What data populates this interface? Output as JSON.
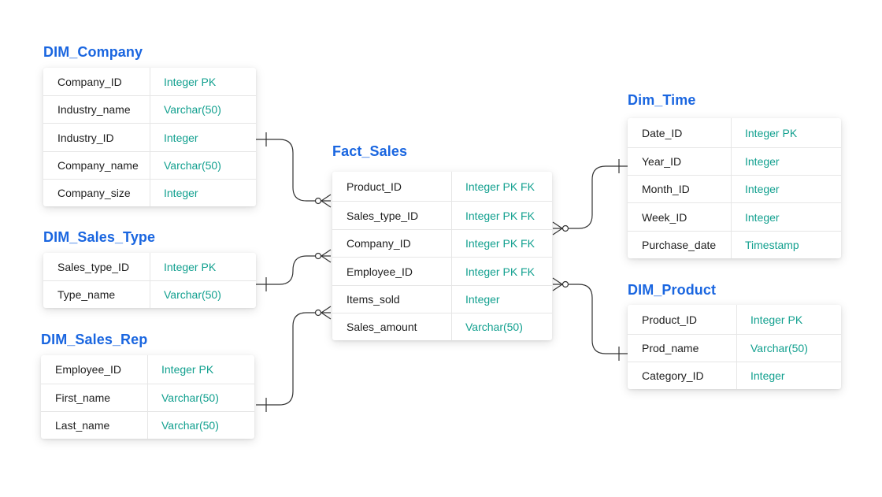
{
  "entities": {
    "dim_company": {
      "title": "DIM_Company",
      "rows": [
        {
          "name": "Company_ID",
          "type": "Integer PK"
        },
        {
          "name": "Industry_name",
          "type": "Varchar(50)"
        },
        {
          "name": "Industry_ID",
          "type": "Integer"
        },
        {
          "name": "Company_name",
          "type": "Varchar(50)"
        },
        {
          "name": "Company_size",
          "type": "Integer"
        }
      ]
    },
    "dim_sales_type": {
      "title": "DIM_Sales_Type",
      "rows": [
        {
          "name": "Sales_type_ID",
          "type": "Integer PK"
        },
        {
          "name": "Type_name",
          "type": "Varchar(50)"
        }
      ]
    },
    "dim_sales_rep": {
      "title": "DIM_Sales_Rep",
      "rows": [
        {
          "name": "Employee_ID",
          "type": "Integer PK"
        },
        {
          "name": "First_name",
          "type": "Varchar(50)"
        },
        {
          "name": "Last_name",
          "type": "Varchar(50)"
        }
      ]
    },
    "fact_sales": {
      "title": "Fact_Sales",
      "rows": [
        {
          "name": "Product_ID",
          "type": "Integer PK FK"
        },
        {
          "name": "Sales_type_ID",
          "type": "Integer PK FK"
        },
        {
          "name": "Company_ID",
          "type": "Integer PK FK"
        },
        {
          "name": "Employee_ID",
          "type": "Integer PK FK"
        },
        {
          "name": "Items_sold",
          "type": "Integer"
        },
        {
          "name": "Sales_amount",
          "type": "Varchar(50)"
        }
      ]
    },
    "dim_time": {
      "title": "Dim_Time",
      "rows": [
        {
          "name": "Date_ID",
          "type": "Integer PK"
        },
        {
          "name": "Year_ID",
          "type": "Integer"
        },
        {
          "name": "Month_ID",
          "type": "Integer"
        },
        {
          "name": "Week_ID",
          "type": "Integer"
        },
        {
          "name": "Purchase_date",
          "type": "Timestamp"
        }
      ]
    },
    "dim_product": {
      "title": "DIM_Product",
      "rows": [
        {
          "name": "Product_ID",
          "type": "Integer PK"
        },
        {
          "name": "Prod_name",
          "type": "Varchar(50)"
        },
        {
          "name": "Category_ID",
          "type": "Integer"
        }
      ]
    }
  },
  "relationships": [
    {
      "from": "dim_company",
      "to": "fact_sales",
      "from_end": "one",
      "to_end": "zero-or-many"
    },
    {
      "from": "dim_sales_type",
      "to": "fact_sales",
      "from_end": "one",
      "to_end": "zero-or-many"
    },
    {
      "from": "dim_sales_rep",
      "to": "fact_sales",
      "from_end": "one",
      "to_end": "zero-or-many"
    },
    {
      "from": "dim_time",
      "to": "fact_sales",
      "from_end": "one",
      "to_end": "zero-or-many"
    },
    {
      "from": "dim_product",
      "to": "fact_sales",
      "from_end": "one",
      "to_end": "zero-or-many"
    }
  ],
  "colors": {
    "title": "#1a66e0",
    "type_text": "#12a08f",
    "field_text": "#1f1f1f",
    "line": "#333333"
  }
}
